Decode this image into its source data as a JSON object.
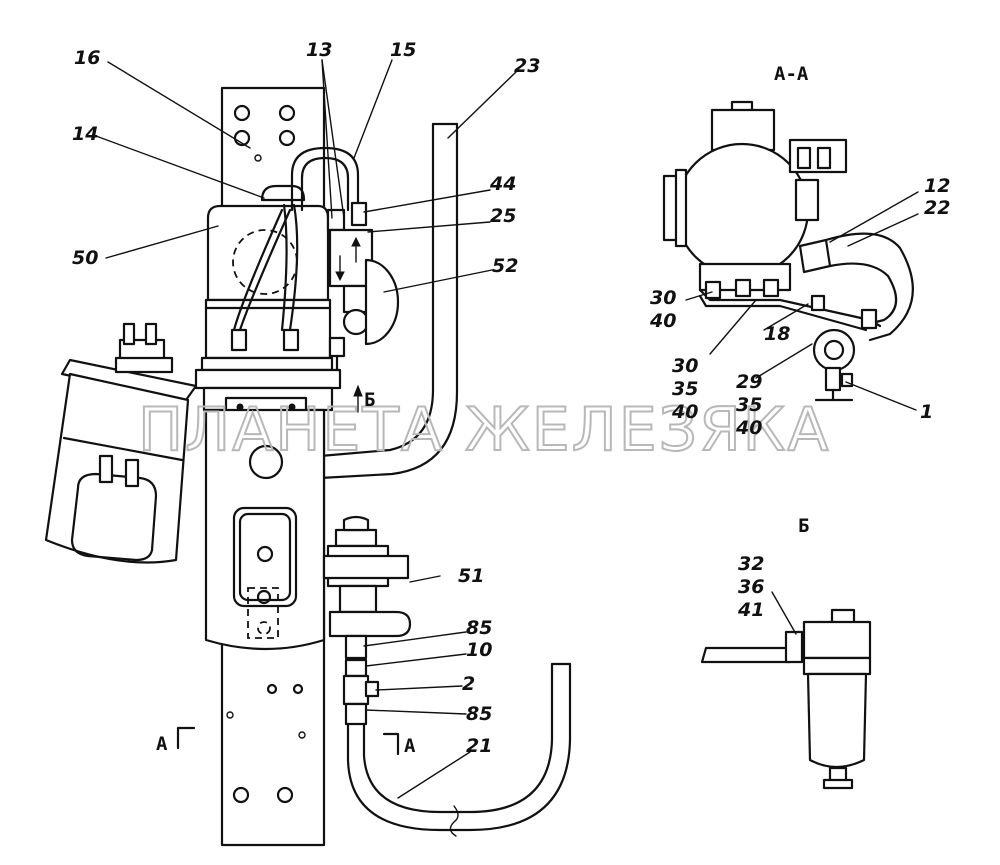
{
  "watermark": "ПЛАНЕТА ЖЕЛЕЗЯКА",
  "sections": {
    "section_aa_title": "А-А",
    "view_b_title": "Б",
    "cut_left": "А",
    "cut_right": "А",
    "arrow_b": "Б"
  },
  "callouts": {
    "c16": "16",
    "c13": "13",
    "c15": "15",
    "c23": "23",
    "c14": "14",
    "c44": "44",
    "c25": "25",
    "c50": "50",
    "c52": "52",
    "c51": "51",
    "c85a": "85",
    "c10": "10",
    "c2": "2",
    "c85b": "85",
    "c21": "21",
    "c12": "12",
    "c22": "22",
    "c30a": "30",
    "c40a": "40",
    "c18": "18",
    "c30b": "30",
    "c35b": "35",
    "c40b": "40",
    "c29": "29",
    "c35c": "35",
    "c40c": "40",
    "c1": "1",
    "c32": "32",
    "c36": "36",
    "c41": "41"
  }
}
